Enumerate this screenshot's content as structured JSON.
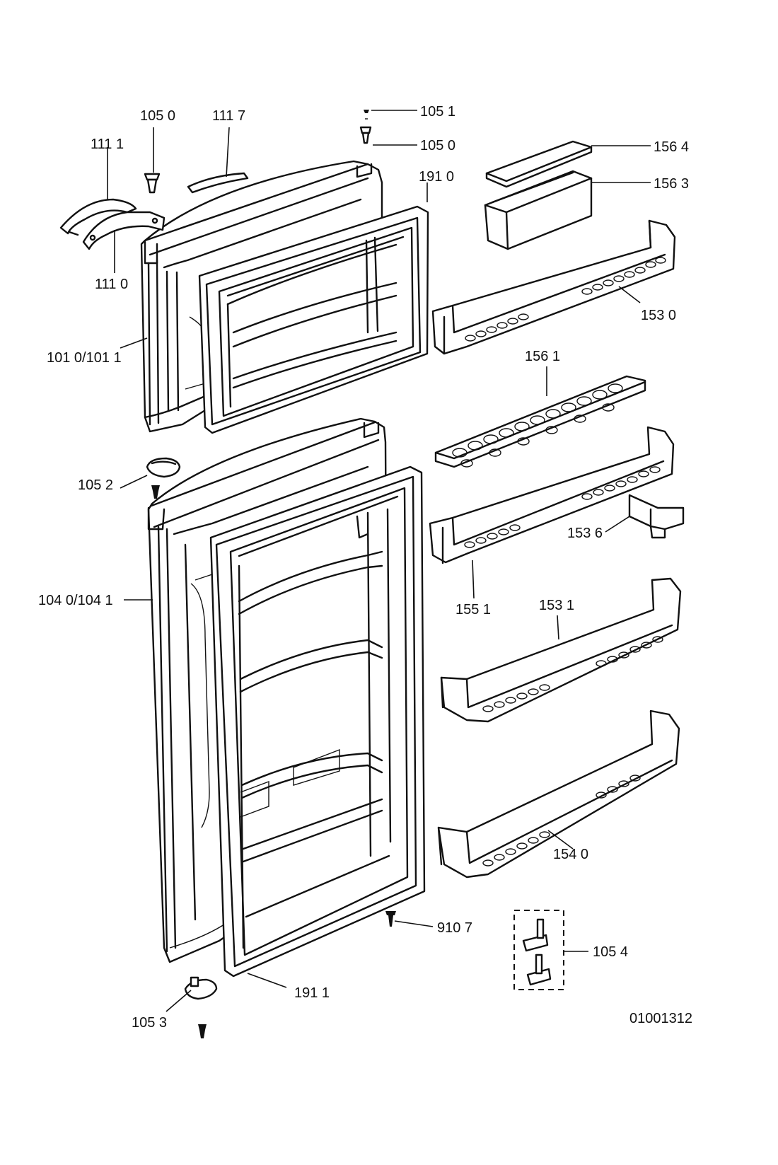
{
  "labels": {
    "l1050a": "105 0",
    "l1117": "111 7",
    "l1051": "105 1",
    "l1050b": "105 0",
    "l1564": "156 4",
    "l1111": "111 1",
    "l1910": "191 0",
    "l1563": "156 3",
    "l1110": "111 0",
    "l1530": "153 0",
    "l1010": "101 0/101 1",
    "l1561": "156 1",
    "l1052": "105 2",
    "l1536": "153 6",
    "l1040": "104 0/104 1",
    "l1551": "155 1",
    "l1531": "153 1",
    "l1540": "154 0",
    "l9107": "910 7",
    "l1054": "105 4",
    "l1911": "191 1",
    "l1053": "105 3",
    "drawing_number": "01001312"
  }
}
